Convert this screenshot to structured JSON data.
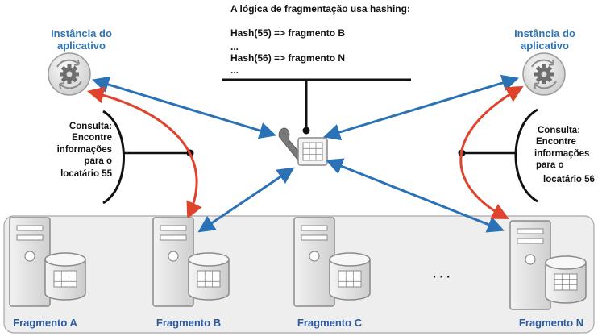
{
  "notes": {
    "title": "A lógica de fragmentação usa hashing:",
    "line1": "Hash(55) => fragmento B",
    "line2": "...",
    "line3": "Hash(56) => fragmento N",
    "line4": "..."
  },
  "app_left": {
    "line1": "Instância do",
    "line2": "aplicativo"
  },
  "app_right": {
    "line1": "Instância do",
    "line2": "aplicativo"
  },
  "query_left": {
    "line1": "Consulta:",
    "line2": "Encontre",
    "line3": "informações",
    "line4": "para o",
    "line5": "locatário 55"
  },
  "query_right": {
    "line1": "Consulta:",
    "line2": "Encontre",
    "line3": "informações",
    "line4": "para o",
    "line5": "locatário 56"
  },
  "shards": {
    "a": "Fragmento A",
    "b": "Fragmento B",
    "c": "Fragmento C",
    "ellipsis": "· · ·",
    "n": "Fragmento N"
  },
  "colors": {
    "blue_arrow": "#2a72b5",
    "red_arrow": "#e0432b",
    "app_label": "#2e74b5",
    "shard_label": "#2e5aa0",
    "panel_fill": "#eeeeee",
    "panel_border": "#a6a6a6"
  },
  "icons": {
    "app_instance": "gear-cycle-icon",
    "router": "wrench-table-icon",
    "server": "server-tower-icon",
    "database": "database-cylinder-icon"
  }
}
